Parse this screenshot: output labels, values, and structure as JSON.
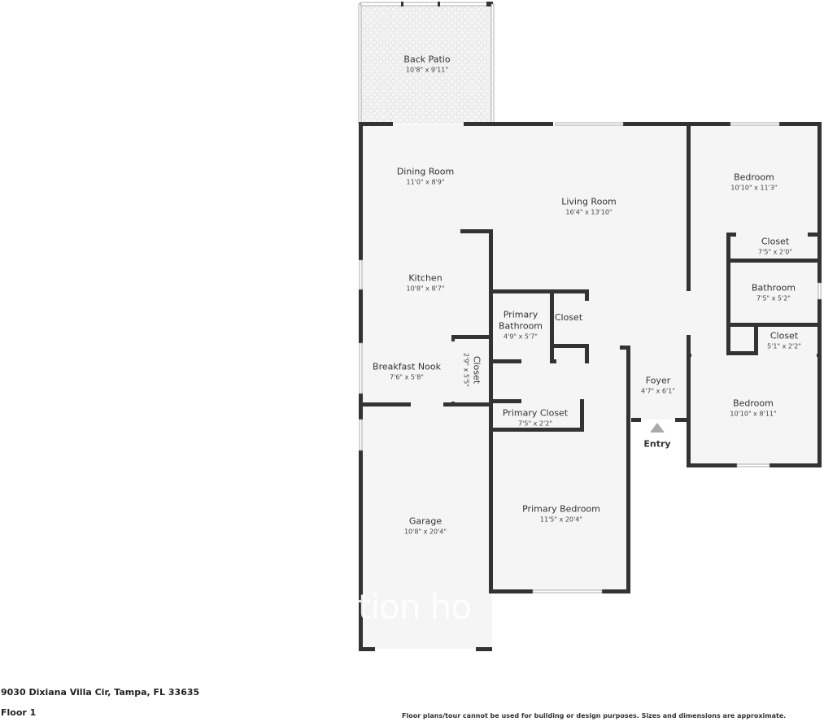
{
  "plan": {
    "title": "Floor 1",
    "address": "9030 Dixiana Villa Cir, Tampa, FL 33635",
    "disclaimer": "Floor plans/tour cannot be used for building or design purposes. Sizes and dimensions are approximate.",
    "watermark": "tion ho",
    "entry_label": "Entry",
    "colors": {
      "wall": "#333333",
      "floor": "#f5f5f5",
      "background": "#ffffff",
      "window": "#ffffff",
      "entry_arrow": "#aaaaaa"
    }
  },
  "rooms": [
    {
      "name": "Back Patio",
      "dims": "10'8\" x 9'11\""
    },
    {
      "name": "Dining Room",
      "dims": "11'0\" x 8'9\""
    },
    {
      "name": "Living Room",
      "dims": "16'4\" x 13'10\""
    },
    {
      "name": "Bedroom",
      "dims": "10'10\" x 11'3\""
    },
    {
      "name": "Closet",
      "dims": "7'5\" x 2'0\""
    },
    {
      "name": "Bathroom",
      "dims": "7'5\" x 5'2\""
    },
    {
      "name": "Closet",
      "dims": "5'1\" x 2'2\""
    },
    {
      "name": "Bedroom",
      "dims": "10'10\" x 8'11\""
    },
    {
      "name": "Kitchen",
      "dims": "10'8\" x 8'7\""
    },
    {
      "name": "Primary Bathroom",
      "dims": "4'9\" x 5'7\""
    },
    {
      "name": "Closet",
      "dims": ""
    },
    {
      "name": "Breakfast Nook",
      "dims": "7'6\" x 5'8\""
    },
    {
      "name": "Closet",
      "dims": "2'9\" x 5'5\""
    },
    {
      "name": "Foyer",
      "dims": "4'7\" x 6'1\""
    },
    {
      "name": "Primary Closet",
      "dims": "7'5\" x 2'2\""
    },
    {
      "name": "Primary Bedroom",
      "dims": "11'5\" x 20'4\""
    },
    {
      "name": "Garage",
      "dims": "10'8\" x 20'4\""
    }
  ]
}
